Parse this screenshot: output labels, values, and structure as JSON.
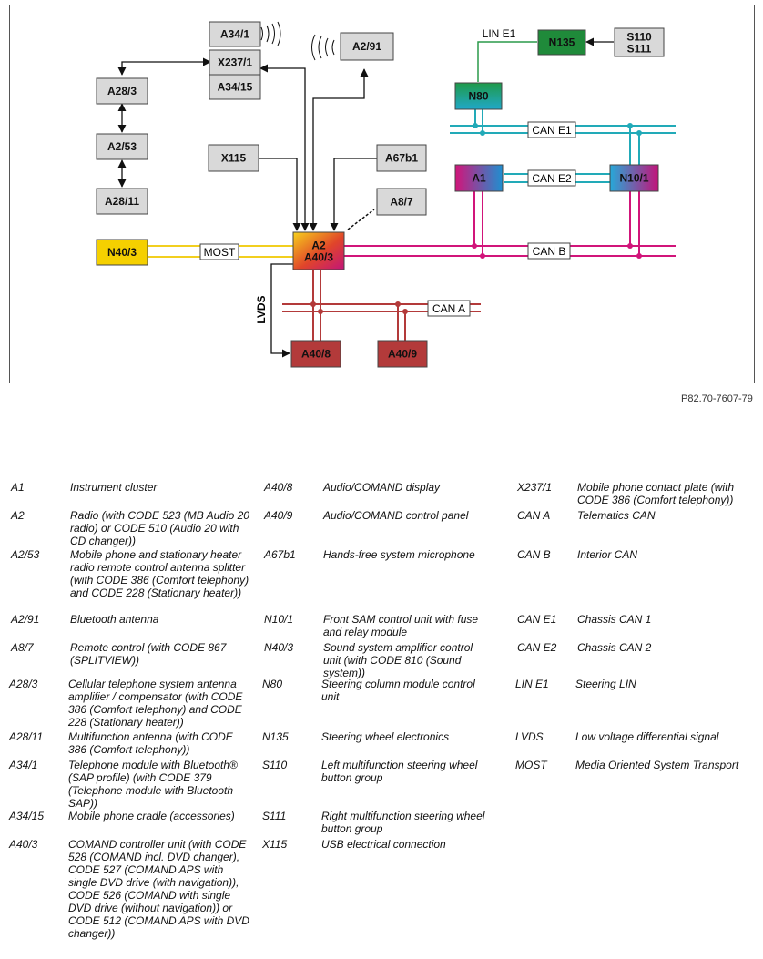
{
  "components": {
    "A34_1": "A34/1",
    "X237_1": "X237/1",
    "A34_15": "A34/15",
    "A2_91": "A2/91",
    "A28_3": "A28/3",
    "A2_53": "A2/53",
    "A28_11": "A28/11",
    "X115": "X115",
    "A67b1": "A67b1",
    "A8_7": "A8/7",
    "N40_3": "N40/3",
    "A2_line1": "A2",
    "A2_line2": "A40/3",
    "A40_8": "A40/8",
    "A40_9": "A40/9",
    "N135": "N135",
    "S110": "S110",
    "S111": "S111",
    "N80": "N80",
    "A1": "A1",
    "N10_1": "N10/1"
  },
  "buses": {
    "lin_e1": "LIN E1",
    "can_e1": "CAN E1",
    "can_e2": "CAN E2",
    "can_b": "CAN B",
    "can_a": "CAN A",
    "most": "MOST",
    "lvds": "LVDS"
  },
  "colors": {
    "box_gray": "#d9d9d9",
    "can_e_cyan": "#22aab8",
    "can_b_magenta": "#d1157a",
    "can_a_red": "#b33a3a",
    "most_yellow": "#f2cf1f",
    "lin_green": "#2a9a4a",
    "n135_green": "#1f8a3a",
    "n40_3_yellow": "#f5d000"
  },
  "figure_code": "P82.70-7607-79",
  "legend": [
    {
      "code": "A1",
      "desc": "Instrument cluster"
    },
    {
      "code": "A2",
      "desc": "Radio (with CODE 523 (MB Audio 20 radio) or CODE 510 (Audio 20 with CD changer))"
    },
    {
      "code": "A2/53",
      "desc": "Mobile phone and stationary heater radio remote control antenna splitter (with CODE 386 (Comfort telephony) and CODE 228 (Stationary heater))"
    },
    {
      "code": "A2/91",
      "desc": "Bluetooth antenna"
    },
    {
      "code": "A8/7",
      "desc": "Remote control (with CODE 867 (SPLITVIEW))"
    },
    {
      "code": "A28/3",
      "desc": "Cellular telephone system antenna amplifier / compensator (with CODE 386 (Comfort telephony) and CODE 228 (Stationary heater))"
    },
    {
      "code": "A28/11",
      "desc": "Multifunction antenna (with CODE 386 (Comfort telephony))"
    },
    {
      "code": "A34/1",
      "desc": "Telephone module with Bluetooth® (SAP profile) (with CODE 379 (Telephone module with Bluetooth SAP))"
    },
    {
      "code": "A34/15",
      "desc": "Mobile phone cradle (accessories)"
    },
    {
      "code": "A40/3",
      "desc": "COMAND controller unit (with CODE 528 (COMAND incl. DVD changer), CODE 527 (COMAND APS with single DVD drive (with navigation)), CODE 526 (COMAND with single DVD drive (without navigation)) or CODE 512 (COMAND APS with DVD changer))"
    },
    {
      "code": "A40/8",
      "desc": "Audio/COMAND display"
    },
    {
      "code": "A40/9",
      "desc": "Audio/COMAND control panel"
    },
    {
      "code": "A67b1",
      "desc": "Hands-free system microphone"
    },
    {
      "code": "N10/1",
      "desc": "Front SAM control unit with fuse and relay module"
    },
    {
      "code": "N40/3",
      "desc": "Sound system amplifier control unit (with CODE 810 (Sound system))"
    },
    {
      "code": "N80",
      "desc": "Steering column module control unit"
    },
    {
      "code": "N135",
      "desc": "Steering wheel electronics"
    },
    {
      "code": "S110",
      "desc": "Left multifunction steering wheel button group"
    },
    {
      "code": "S111",
      "desc": "Right multifunction steering wheel button group"
    },
    {
      "code": "X115",
      "desc": "USB electrical connection"
    },
    {
      "code": "X237/1",
      "desc": "Mobile phone contact plate (with CODE 386 (Comfort telephony))"
    },
    {
      "code": "CAN A",
      "desc": "Telematics CAN"
    },
    {
      "code": "CAN B",
      "desc": "Interior CAN"
    },
    {
      "code": "CAN E1",
      "desc": "Chassis CAN 1"
    },
    {
      "code": "CAN E2",
      "desc": "Chassis CAN 2"
    },
    {
      "code": "LIN E1",
      "desc": "Steering LIN"
    },
    {
      "code": "LVDS",
      "desc": "Low voltage differential signal"
    },
    {
      "code": "MOST",
      "desc": "Media Oriented System Transport"
    }
  ]
}
